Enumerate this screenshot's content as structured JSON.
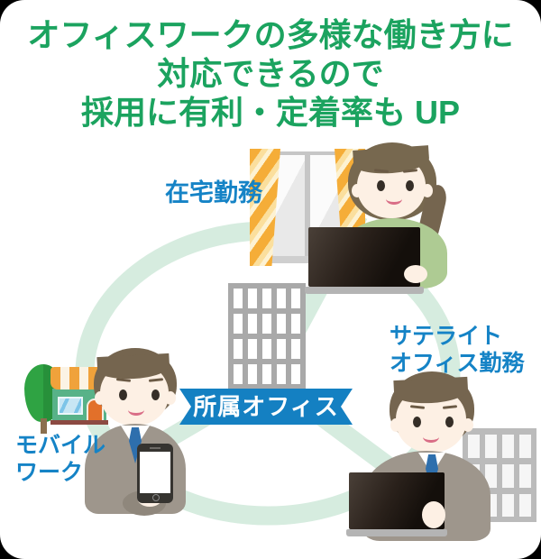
{
  "title": {
    "lines": [
      "オフィスワークの多様な働き方に",
      "対応できるので",
      "採用に有利・定着率も UP"
    ]
  },
  "nodes": {
    "home": {
      "label": "在宅勤務"
    },
    "satellite": {
      "line1": "サテライト",
      "line2": "オフィス勤務"
    },
    "mobile": {
      "line1": "モバイル",
      "line2": "ワーク"
    },
    "center": {
      "label": "所属オフィス"
    }
  },
  "icons": {
    "home": [
      "window-icon",
      "curtain-icon",
      "woman-avatar",
      "laptop-icon"
    ],
    "center": [
      "office-building-icon",
      "ribbon-banner"
    ],
    "mobile": [
      "tree-icon",
      "shop-icon",
      "man-avatar",
      "smartphone-icon"
    ],
    "satellite": [
      "man-avatar",
      "laptop-icon",
      "office-building-icon"
    ],
    "connector": "three-spoke-ring"
  },
  "colors": {
    "title_green": "#1ba35f",
    "label_blue": "#1583c6",
    "ribbon_blue": "#1480c2",
    "ring_mint": "#d6ecdf",
    "background": "#ffffff",
    "suit_gray": "#9e968c",
    "shirt_green": "#aecb93",
    "building_gray": "#a9a9a9"
  }
}
